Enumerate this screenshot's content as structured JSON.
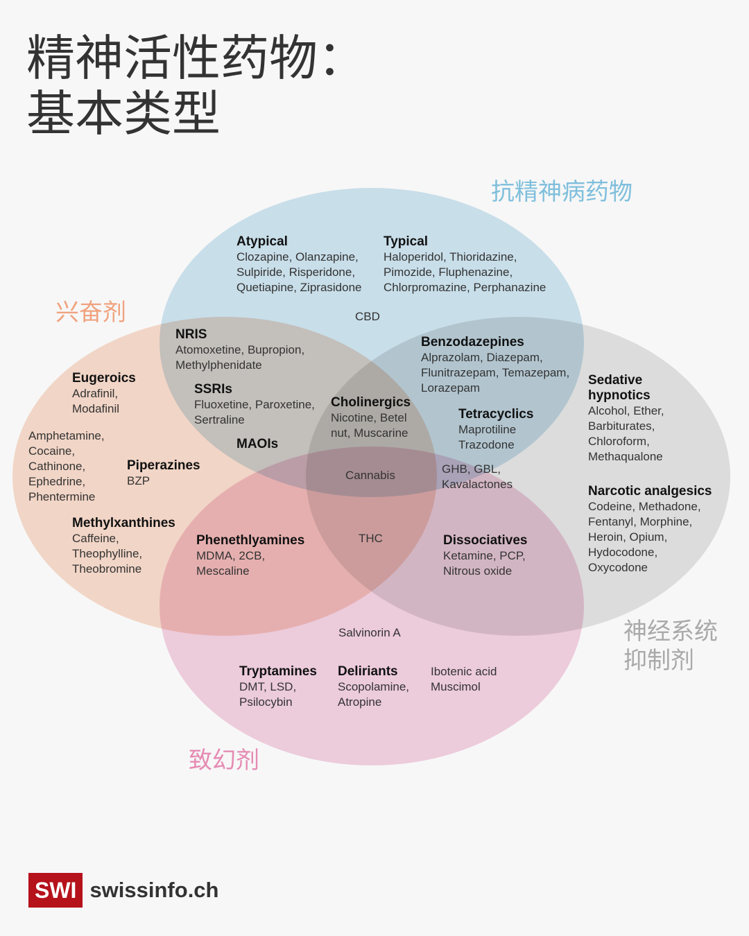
{
  "title": [
    "精神活性药物：",
    "基本类型"
  ],
  "colors": {
    "antipsychotics": "#cfe6f1",
    "stimulants": "#f9dccd",
    "depressants": "#e3e3e3",
    "hallucinogens": "#f4d2e2"
  },
  "categories": {
    "antipsychotics": "抗精神病药物",
    "stimulants": "兴奋剂",
    "depressants": [
      "神经系统",
      "抑制剂"
    ],
    "hallucinogens": "致幻剂"
  },
  "groups": [
    {
      "name": "Atypical",
      "items": [
        "Clozapine, Olanzapine,",
        "Sulpiride, Risperidone,",
        "Quetiapine, Ziprasidone"
      ]
    },
    {
      "name": "Typical",
      "items": [
        "Haloperidol, Thioridazine,",
        "Pimozide, Fluphenazine,",
        "Chlorpromazine, Perphanazine"
      ]
    },
    {
      "name": "",
      "items": [
        "CBD"
      ]
    },
    {
      "name": "NRIS",
      "items": [
        "Atomoxetine, Bupropion,",
        "Methylphenidate"
      ]
    },
    {
      "name": "Benzodazepines",
      "items": [
        "Alprazolam, Diazepam,",
        "Flunitrazepam, Temazepam,",
        "Lorazepam"
      ]
    },
    {
      "name": "Eugeroics",
      "items": [
        "Adrafinil,",
        "Modafinil"
      ]
    },
    {
      "name": "SSRIs",
      "items": [
        "Fluoxetine, Paroxetine,",
        "Sertraline"
      ]
    },
    {
      "name": "Cholinergics",
      "items": [
        "Nicotine, Betel",
        "nut, Muscarine"
      ]
    },
    {
      "name": "Tetracyclics",
      "items": [
        "Maprotiline",
        "Trazodone"
      ]
    },
    {
      "name": "Sedative hypnotics",
      "items": [
        "Alcohol, Ether,",
        "Barbiturates,",
        "Chloroform,",
        "Methaqualone"
      ]
    },
    {
      "name": "",
      "items": [
        "Amphetamine,",
        "Cocaine,",
        "Cathinone,",
        "Ephedrine,",
        "Phentermine"
      ]
    },
    {
      "name": "MAOIs",
      "items": []
    },
    {
      "name": "Piperazines",
      "items": [
        "BZP"
      ]
    },
    {
      "name": "",
      "items": [
        "Cannabis"
      ]
    },
    {
      "name": "",
      "items": [
        "GHB, GBL,",
        "Kavalactones"
      ]
    },
    {
      "name": "Narcotic analgesics",
      "items": [
        "Codeine, Methadone,",
        "Fentanyl, Morphine,",
        "Heroin, Opium,",
        "Hydocodone,",
        "Oxycodone"
      ]
    },
    {
      "name": "Methylxanthines",
      "items": [
        "Caffeine,",
        "Theophylline,",
        "Theobromine"
      ]
    },
    {
      "name": "Phenethlyamines",
      "items": [
        "MDMA, 2CB,",
        "Mescaline"
      ]
    },
    {
      "name": "",
      "items": [
        "THC"
      ]
    },
    {
      "name": "Dissociatives",
      "items": [
        "Ketamine, PCP,",
        "Nitrous oxide"
      ]
    },
    {
      "name": "",
      "items": [
        "Salvinorin A"
      ]
    },
    {
      "name": "Tryptamines",
      "items": [
        "DMT, LSD,",
        "Psilocybin"
      ]
    },
    {
      "name": "Deliriants",
      "items": [
        "Scopolamine,",
        "Atropine"
      ]
    },
    {
      "name": "",
      "items": [
        "Ibotenic acid",
        "Muscimol"
      ]
    }
  ],
  "logo": {
    "box": "SWI",
    "site": "swissinfo.ch"
  }
}
